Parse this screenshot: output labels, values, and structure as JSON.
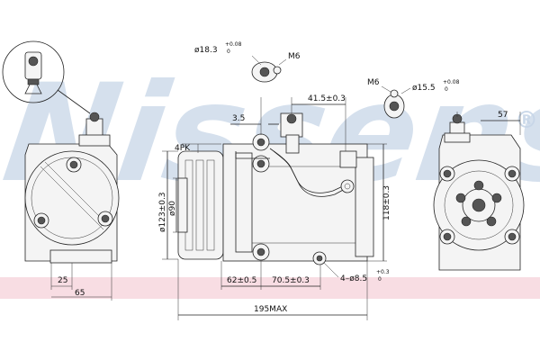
{
  "watermark": "Nissens",
  "registered_mark": "®",
  "dimensions": {
    "fitting_left": {
      "diameter": "ø18.3",
      "tol_upper": "+0.08",
      "tol_lower": "0"
    },
    "thread_left": "M6",
    "thread_right": "M6",
    "fitting_right": {
      "diameter": "ø15.5",
      "tol_upper": "+0.08",
      "tol_lower": "0"
    },
    "port_spacing": "41.5±0.3",
    "offset_top": "3.5",
    "side_width": "57",
    "belt": "4PK",
    "pulley_dia": "ø123±0.3",
    "hub_dia": "ø90",
    "height": "118±0.3",
    "bottom_25": "25",
    "bottom_65": "65",
    "mount_62": "62±0.5",
    "mount_70": "70.5±0.3",
    "holes": {
      "label": "4–ø8.5",
      "tol_upper": "+0.3",
      "tol_lower": "0"
    },
    "overall_length": "195MAX"
  }
}
